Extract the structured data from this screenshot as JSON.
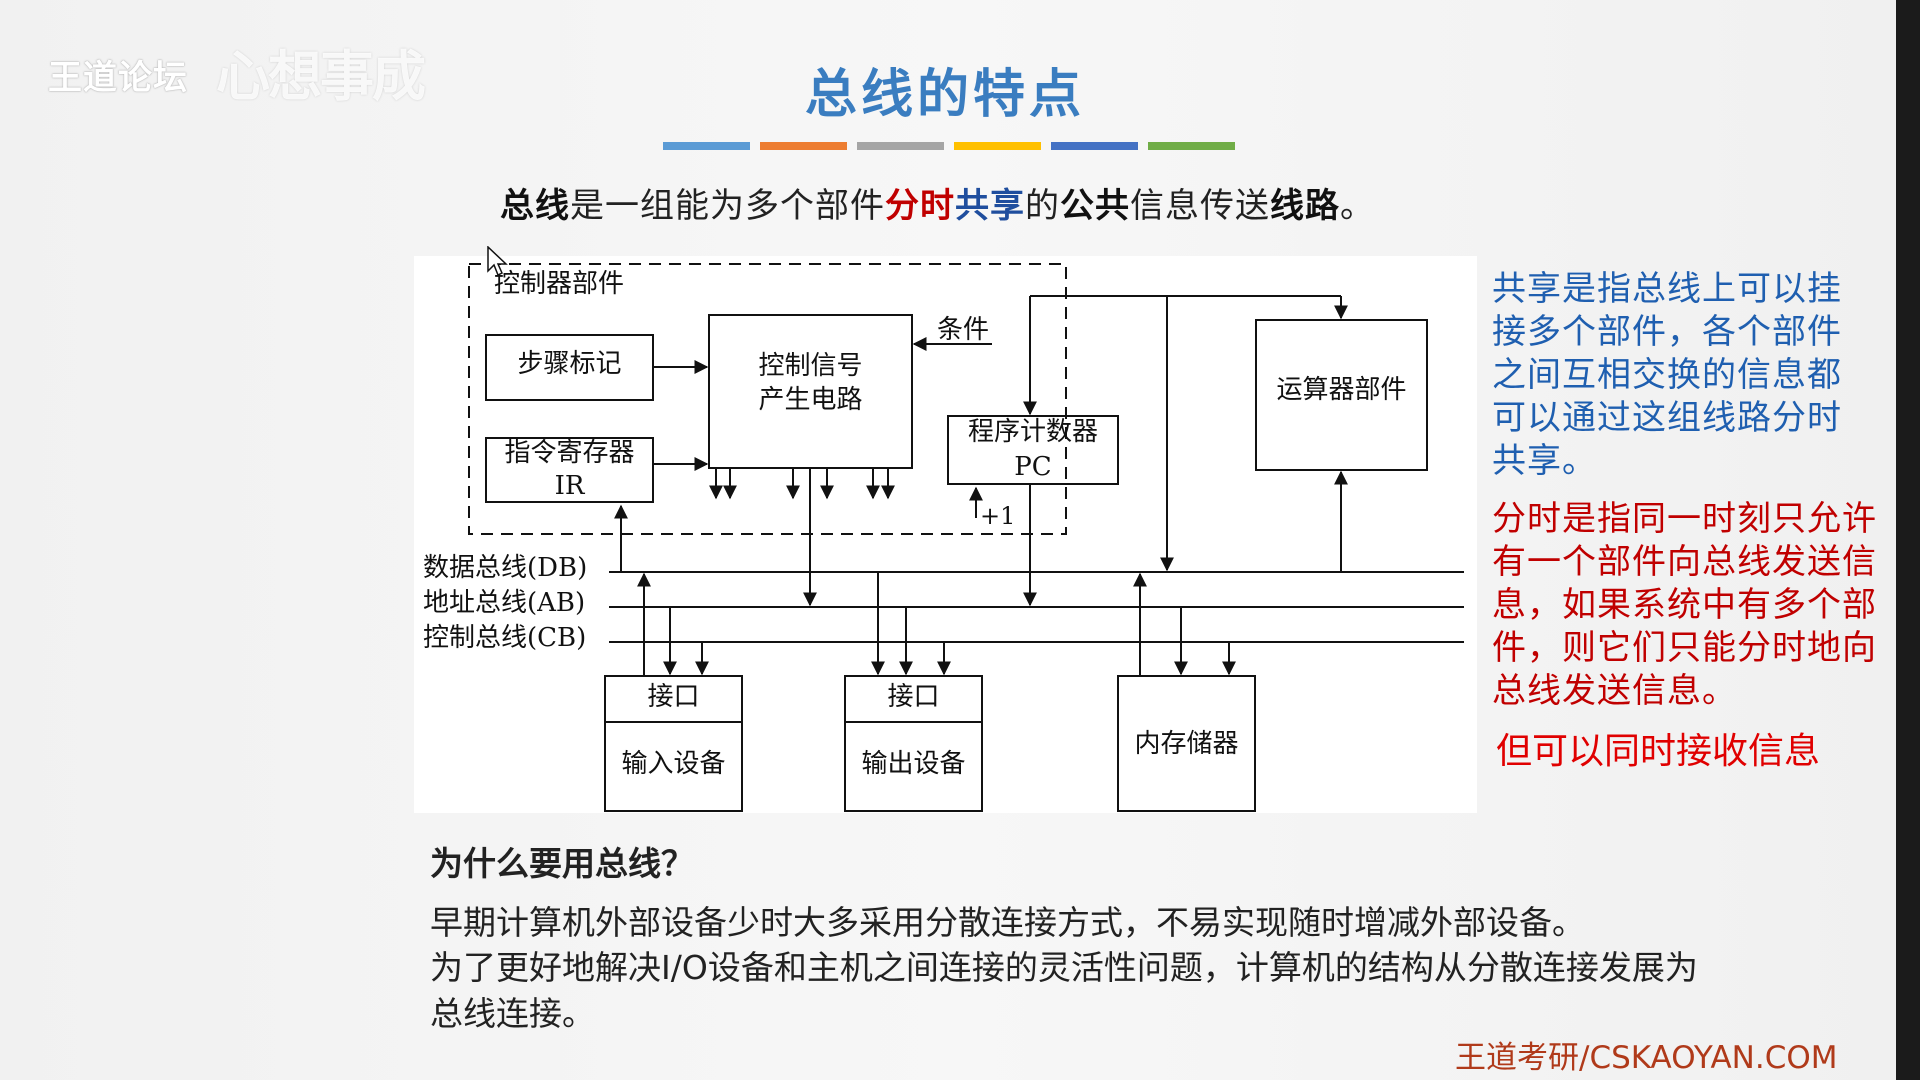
{
  "watermark": {
    "brand": "王道论坛",
    "subtitle": "心想事成"
  },
  "title": "总线的特点",
  "accent_bars": [
    "#5b9bd5",
    "#ed7d31",
    "#a5a5a5",
    "#ffc000",
    "#4472c4",
    "#70ad47"
  ],
  "definition": {
    "p1": "总线",
    "p2": "是一组能为多个部件",
    "p3": "分时",
    "p4": "共享",
    "p5": "的",
    "p6": "公共",
    "p7": "信息传送",
    "p8": "线路",
    "p9": "。"
  },
  "diagram": {
    "controller_label": "控制器部件",
    "step_marker": "步骤标记",
    "signal_gen_l1": "控制信号",
    "signal_gen_l2": "产生电路",
    "condition": "条件",
    "ir_l1": "指令寄存器",
    "ir_l2": "IR",
    "pc_l1": "程序计数器",
    "pc_l2": "PC",
    "plus_one": "+1",
    "alu": "运算器部件",
    "db": "数据总线(DB)",
    "ab": "地址总线(AB)",
    "cb": "控制总线(CB)",
    "interface1": "接口",
    "input_device": "输入设备",
    "interface2": "接口",
    "output_device": "输出设备",
    "memory": "内存储器"
  },
  "notes": {
    "share": "共享是指总线上可以挂接多个部件，各个部件之间互相交换的信息都可以通过这组线路分时共享。",
    "timeshare": "分时是指同一时刻只允许有一个部件向总线发送信息，如果系统中有多个部件，则它们只能分时地向总线发送信息。",
    "receive": "但可以同时接收信息"
  },
  "why": {
    "question": "为什么要用总线？",
    "answer1": "早期计算机外部设备少时大多采用分散连接方式，不易实现随时增减外部设备。",
    "answer2": "为了更好地解决I/O设备和主机之间连接的灵活性问题，计算机的结构从分散连接发展为总线连接。"
  },
  "footer": "王道考研/CSKAOYAN.COM"
}
